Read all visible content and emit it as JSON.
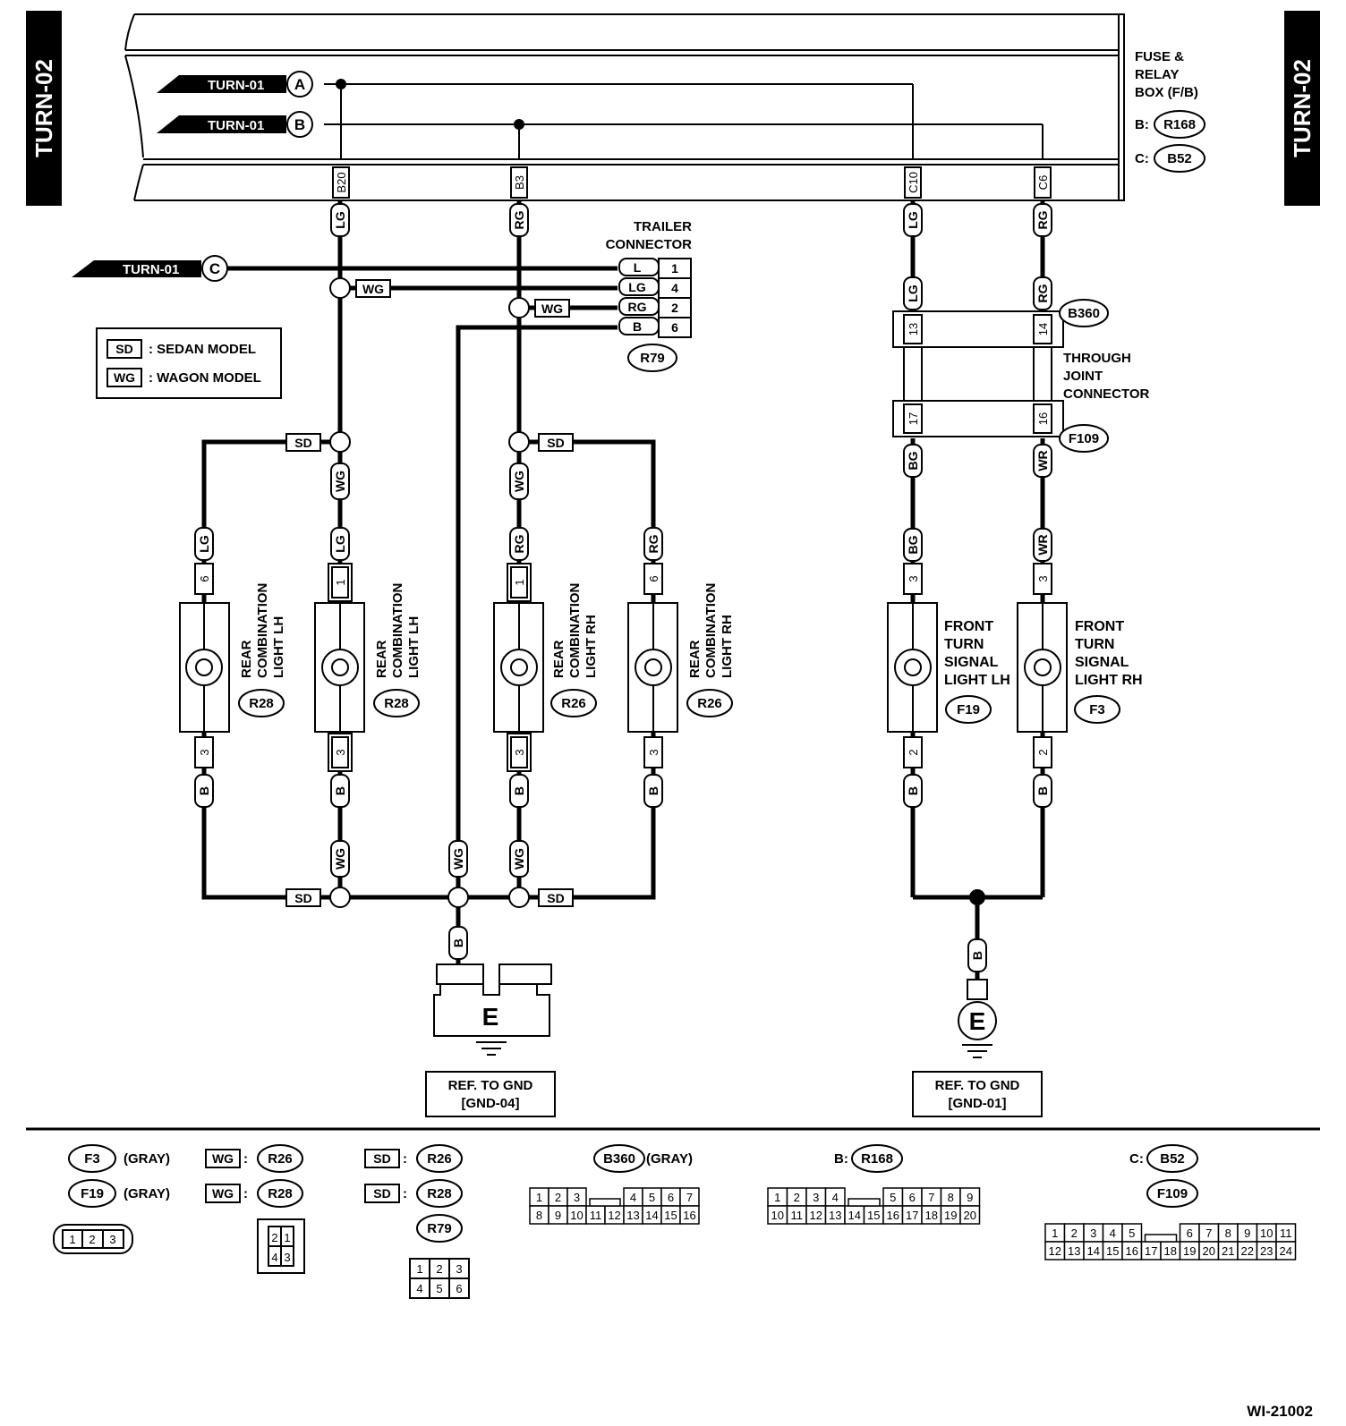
{
  "tabs": {
    "left": "TURN-02",
    "right": "TURN-02"
  },
  "fuse_box": {
    "lines": [
      "FUSE &",
      "RELAY",
      "BOX (F/B)"
    ],
    "b_prefix": "B:",
    "b_conn": "R168",
    "c_prefix": "C:",
    "c_conn": "B52"
  },
  "refs": {
    "a": "TURN-01",
    "a_letter": "A",
    "b": "TURN-01",
    "b_letter": "B",
    "c": "TURN-01",
    "c_letter": "C"
  },
  "terminals": {
    "b20": "B20",
    "b3": "B3",
    "c10": "C10",
    "c6": "C6"
  },
  "colors": {
    "lg": "LG",
    "rg": "RG",
    "wg": "WG",
    "b": "B",
    "bg": "BG",
    "wr": "WR",
    "l": "L"
  },
  "badges": {
    "sd": "SD",
    "wg": "WG"
  },
  "legend": {
    "sd_text": ": SEDAN MODEL",
    "wg_text": ": WAGON MODEL"
  },
  "trailer": {
    "title1": "TRAILER",
    "title2": "CONNECTOR",
    "rows": [
      {
        "w": "L",
        "p": "1"
      },
      {
        "w": "LG",
        "p": "4"
      },
      {
        "w": "RG",
        "p": "2"
      },
      {
        "w": "B",
        "p": "6"
      }
    ],
    "conn": "R79"
  },
  "joint": {
    "top_conn": "B360",
    "bottom_conn": "F109",
    "lines": [
      "THROUGH",
      "JOINT",
      "CONNECTOR"
    ],
    "pins": [
      "13",
      "14",
      "17",
      "16"
    ]
  },
  "pins": {
    "p6": "6",
    "p1": "1",
    "p3": "3",
    "p2": "2"
  },
  "lights": {
    "rear_lh": [
      "REAR",
      "COMBINATION",
      "LIGHT LH"
    ],
    "rear_rh": [
      "REAR",
      "COMBINATION",
      "LIGHT RH"
    ],
    "front_lh": [
      "FRONT",
      "TURN",
      "SIGNAL",
      "LIGHT LH"
    ],
    "front_rh": [
      "FRONT",
      "TURN",
      "SIGNAL",
      "LIGHT RH"
    ],
    "r28": "R28",
    "r26": "R26",
    "f19": "F19",
    "f3": "F3"
  },
  "ground": {
    "letter": "E",
    "left": [
      "REF. TO GND",
      "[GND-04]"
    ],
    "right": [
      "REF. TO GND",
      "[GND-01]"
    ]
  },
  "connector_views": {
    "f3": "F3",
    "f19": "F19",
    "gray": "(GRAY)",
    "colon": ":",
    "r26": "R26",
    "r28": "R28",
    "r79": "R79",
    "b360": "B360",
    "b_prefix": "B:",
    "r168": "R168",
    "c_prefix": "C:",
    "b52": "B52",
    "f109": "F109",
    "g3": [
      "1",
      "2",
      "3"
    ],
    "g4": [
      "2",
      "1",
      "4",
      "3"
    ],
    "g6": [
      "1",
      "2",
      "3",
      "4",
      "5",
      "6"
    ],
    "g16_top": [
      "1",
      "2",
      "3",
      "4",
      "5",
      "6",
      "7"
    ],
    "g16_bot": [
      "8",
      "9",
      "10",
      "11",
      "12",
      "13",
      "14",
      "15",
      "16"
    ],
    "g20_top": [
      "1",
      "2",
      "3",
      "4",
      "5",
      "6",
      "7",
      "8",
      "9"
    ],
    "g20_bot": [
      "10",
      "11",
      "12",
      "13",
      "14",
      "15",
      "16",
      "17",
      "18",
      "19",
      "20"
    ],
    "g24_top": [
      "1",
      "2",
      "3",
      "4",
      "5",
      "6",
      "7",
      "8",
      "9",
      "10",
      "11"
    ],
    "g24_bot": [
      "12",
      "13",
      "14",
      "15",
      "16",
      "17",
      "18",
      "19",
      "20",
      "21",
      "22",
      "23",
      "24"
    ]
  },
  "footer_code": "WI-21002"
}
